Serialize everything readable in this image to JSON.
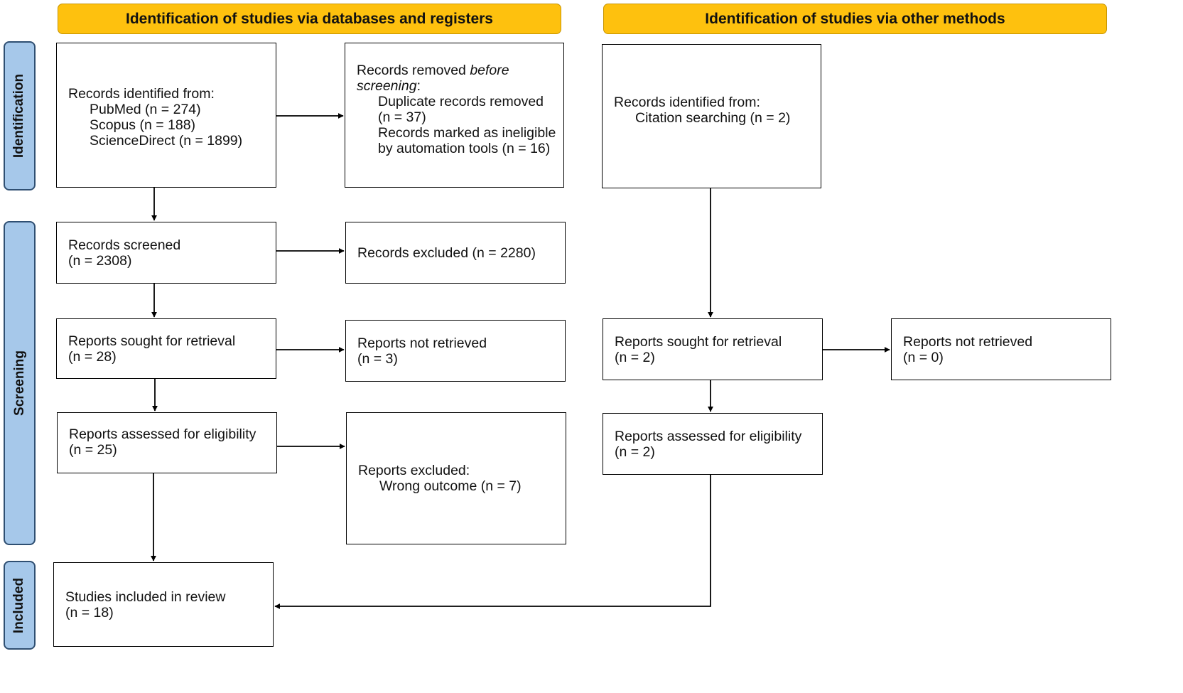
{
  "headers": {
    "databases": "Identification of studies via databases and registers",
    "other": "Identification of studies via other methods"
  },
  "phases": {
    "identification": "Identification",
    "screening": "Screening",
    "included": "Included"
  },
  "db": {
    "identified": {
      "title": "Records identified from:",
      "sources": [
        "PubMed (n = 274)",
        "Scopus (n = 188)",
        "ScienceDirect (n = 1899)"
      ]
    },
    "removed": {
      "title_prefix": "Records removed ",
      "title_em": "before screening",
      "title_suffix": ":",
      "items": [
        "Duplicate records removed",
        "(n = 37)",
        "Records marked as ineligible",
        "by automation tools (n = 16)"
      ]
    },
    "screened": {
      "title": "Records screened",
      "n": "(n = 2308)"
    },
    "excluded": {
      "title": "Records excluded (n = 2280)"
    },
    "sought": {
      "title": "Reports sought for retrieval",
      "n": "(n = 28)"
    },
    "not_retrieved": {
      "title": "Reports not retrieved",
      "n": "(n = 3)"
    },
    "assessed": {
      "title": "Reports assessed for eligibility",
      "n": "(n = 25)"
    },
    "reports_excluded": {
      "title": "Reports excluded:",
      "items": [
        "Wrong outcome (n = 7)"
      ]
    },
    "included": {
      "title": "Studies included in review",
      "n": "(n = 18)"
    }
  },
  "other": {
    "identified": {
      "title": "Records identified from:",
      "items": [
        "Citation searching (n = 2)"
      ]
    },
    "sought": {
      "title": "Reports sought for retrieval",
      "n": "(n = 2)"
    },
    "not_retrieved": {
      "title": "Reports not retrieved",
      "n": "(n = 0)"
    },
    "assessed": {
      "title": "Reports assessed for eligibility",
      "n": "(n = 2)"
    }
  },
  "colors": {
    "header_fill": "#fec10e",
    "phase_fill": "#a6c8ea",
    "phase_border": "#2f4f72",
    "box_border": "#000000"
  }
}
